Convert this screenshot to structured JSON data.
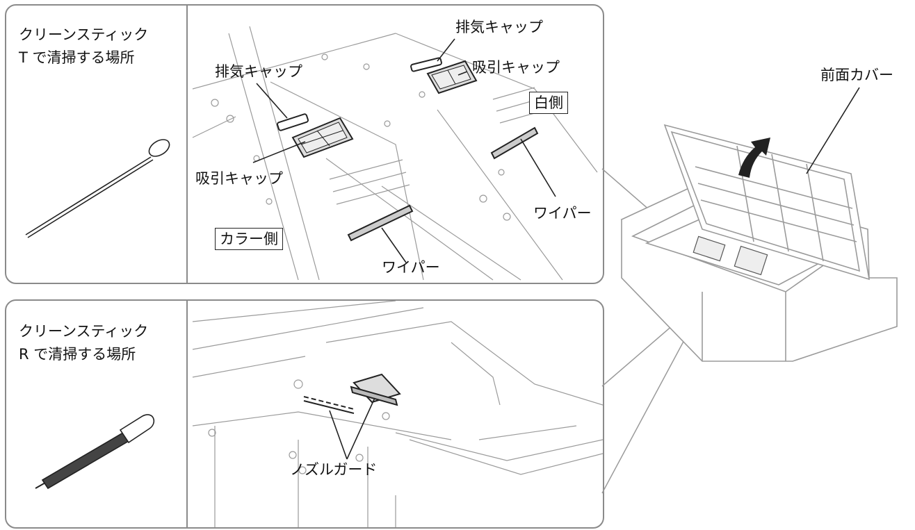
{
  "top_panel": {
    "tool_label": "クリーンスティック\nT で清掃する場所",
    "labels": {
      "exhaust_cap_left": "排気キャップ",
      "exhaust_cap_right": "排気キャップ",
      "suction_cap_right": "吸引キャップ",
      "suction_cap_left": "吸引キャップ",
      "white_side": "白側",
      "color_side": "カラー側",
      "wiper_left": "ワイパー",
      "wiper_right": "ワイパー"
    }
  },
  "bottom_panel": {
    "tool_label": "クリーンスティック\nR で清掃する場所",
    "labels": {
      "nozzle_guard": "ノズルガード"
    }
  },
  "printer": {
    "front_cover_label": "前面カバー"
  },
  "colors": {
    "panel_border": "#8a8a8a",
    "line": "#222222",
    "part_fill": "#dddddd",
    "stick_dark": "#444444"
  },
  "icons": [
    "clean-stick-t-icon",
    "clean-stick-r-icon",
    "open-arrow-icon"
  ]
}
